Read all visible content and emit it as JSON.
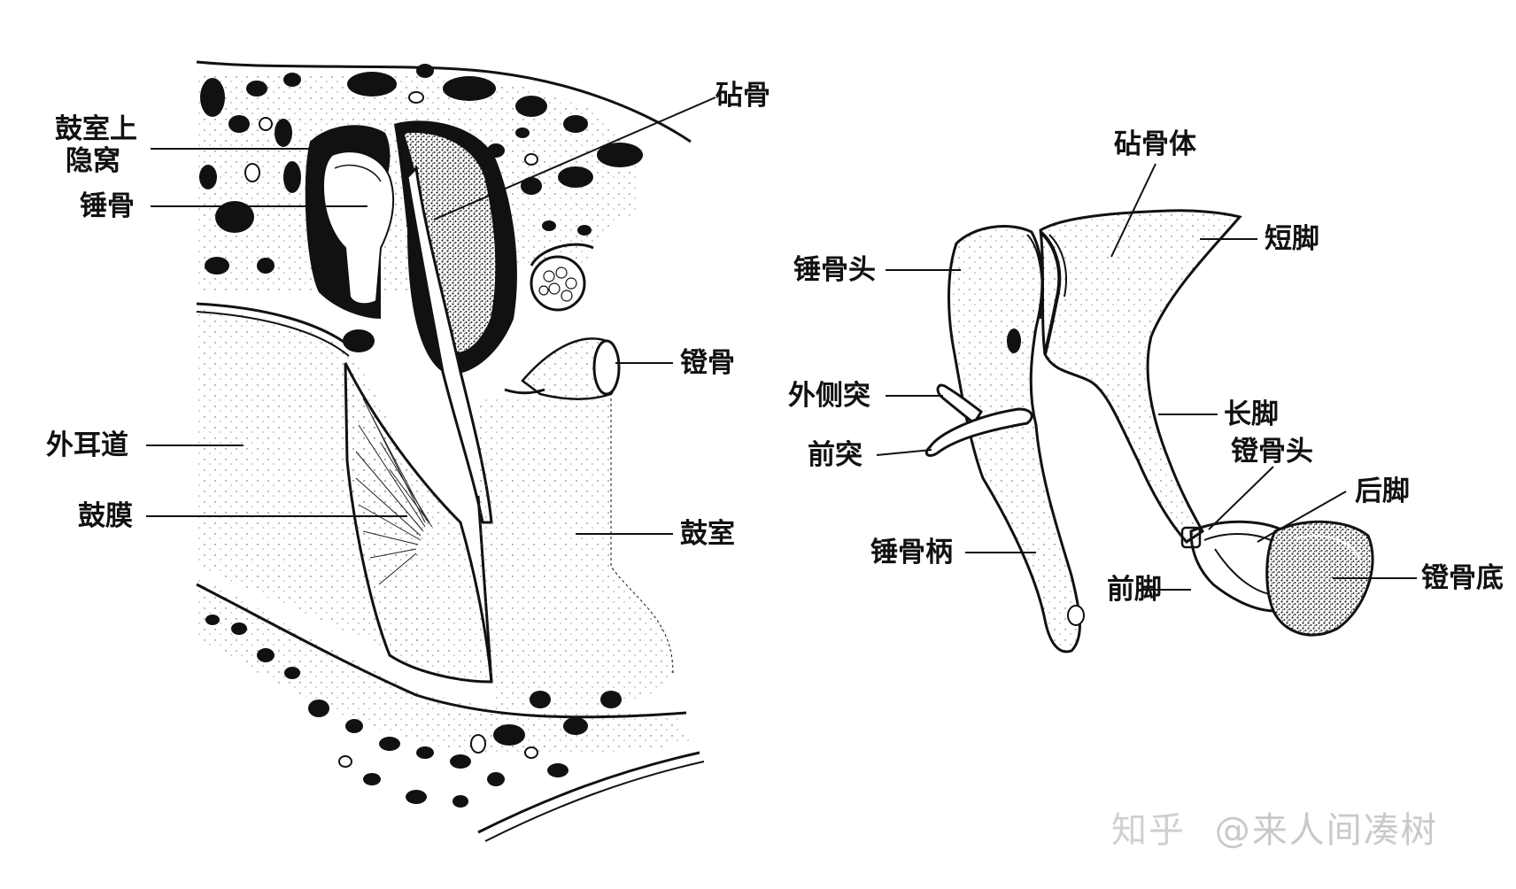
{
  "figure": {
    "left_panel": {
      "labels": {
        "epitympanic_recess_line1": "鼓室上",
        "epitympanic_recess_line2": "隐窝",
        "malleus": "锤骨",
        "incus": "砧骨",
        "stapes": "镫骨",
        "external_auditory_canal": "外耳道",
        "tympanic_membrane": "鼓膜",
        "tympanic_cavity": "鼓室"
      }
    },
    "right_panel": {
      "labels": {
        "incus_body": "砧骨体",
        "short_process": "短脚",
        "malleus_head": "锤骨头",
        "lateral_process": "外侧突",
        "anterior_process": "前突",
        "long_process": "长脚",
        "stapes_head": "镫骨头",
        "posterior_crus": "后脚",
        "manubrium": "锤骨柄",
        "anterior_crus": "前脚",
        "stapes_footplate": "镫骨底"
      }
    }
  },
  "watermark": {
    "site": "知乎",
    "author": "@来人间凑树"
  },
  "colors": {
    "ink": "#111111",
    "background": "#ffffff",
    "watermark": "#c9c9c9"
  }
}
